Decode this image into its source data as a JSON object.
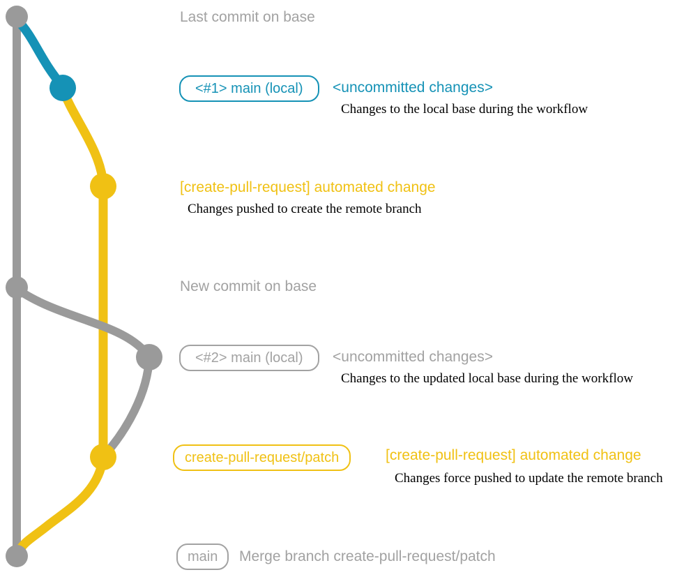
{
  "colors": {
    "teal": "#1592b6",
    "yellow": "#f0c114",
    "gray": "#9a9a9a",
    "graytext": "#a2a2a2"
  },
  "annotations": {
    "last_commit": "Last commit on base",
    "new_commit": "New commit on base"
  },
  "sections": {
    "local1": {
      "badge": "<#1> main (local)",
      "title": "<uncommitted changes>",
      "desc": "Changes to the local base during the workflow"
    },
    "push1": {
      "title": "[create-pull-request] automated change",
      "desc": "Changes pushed to create the remote branch"
    },
    "local2": {
      "badge": "<#2> main (local)",
      "title": "<uncommitted changes>",
      "desc": "Changes to the updated local base during the workflow"
    },
    "push2": {
      "badge": "create-pull-request/patch",
      "title": "[create-pull-request] automated change",
      "desc": "Changes force pushed to update the remote branch"
    },
    "merge": {
      "badge": "main",
      "title": "Merge branch create-pull-request/patch"
    }
  },
  "graph": {
    "branches": [
      {
        "name": "base",
        "color": "gray"
      },
      {
        "name": "main-local",
        "color": "teal"
      },
      {
        "name": "create-pull-request-patch",
        "color": "yellow"
      }
    ],
    "nodes": [
      {
        "name": "last-commit-on-base",
        "color": "gray"
      },
      {
        "name": "uncommitted-changes-1",
        "color": "teal"
      },
      {
        "name": "automated-change-1",
        "color": "yellow"
      },
      {
        "name": "new-commit-on-base",
        "color": "gray"
      },
      {
        "name": "uncommitted-changes-2",
        "color": "gray"
      },
      {
        "name": "automated-change-2",
        "color": "yellow"
      },
      {
        "name": "merge-commit",
        "color": "gray"
      }
    ]
  }
}
